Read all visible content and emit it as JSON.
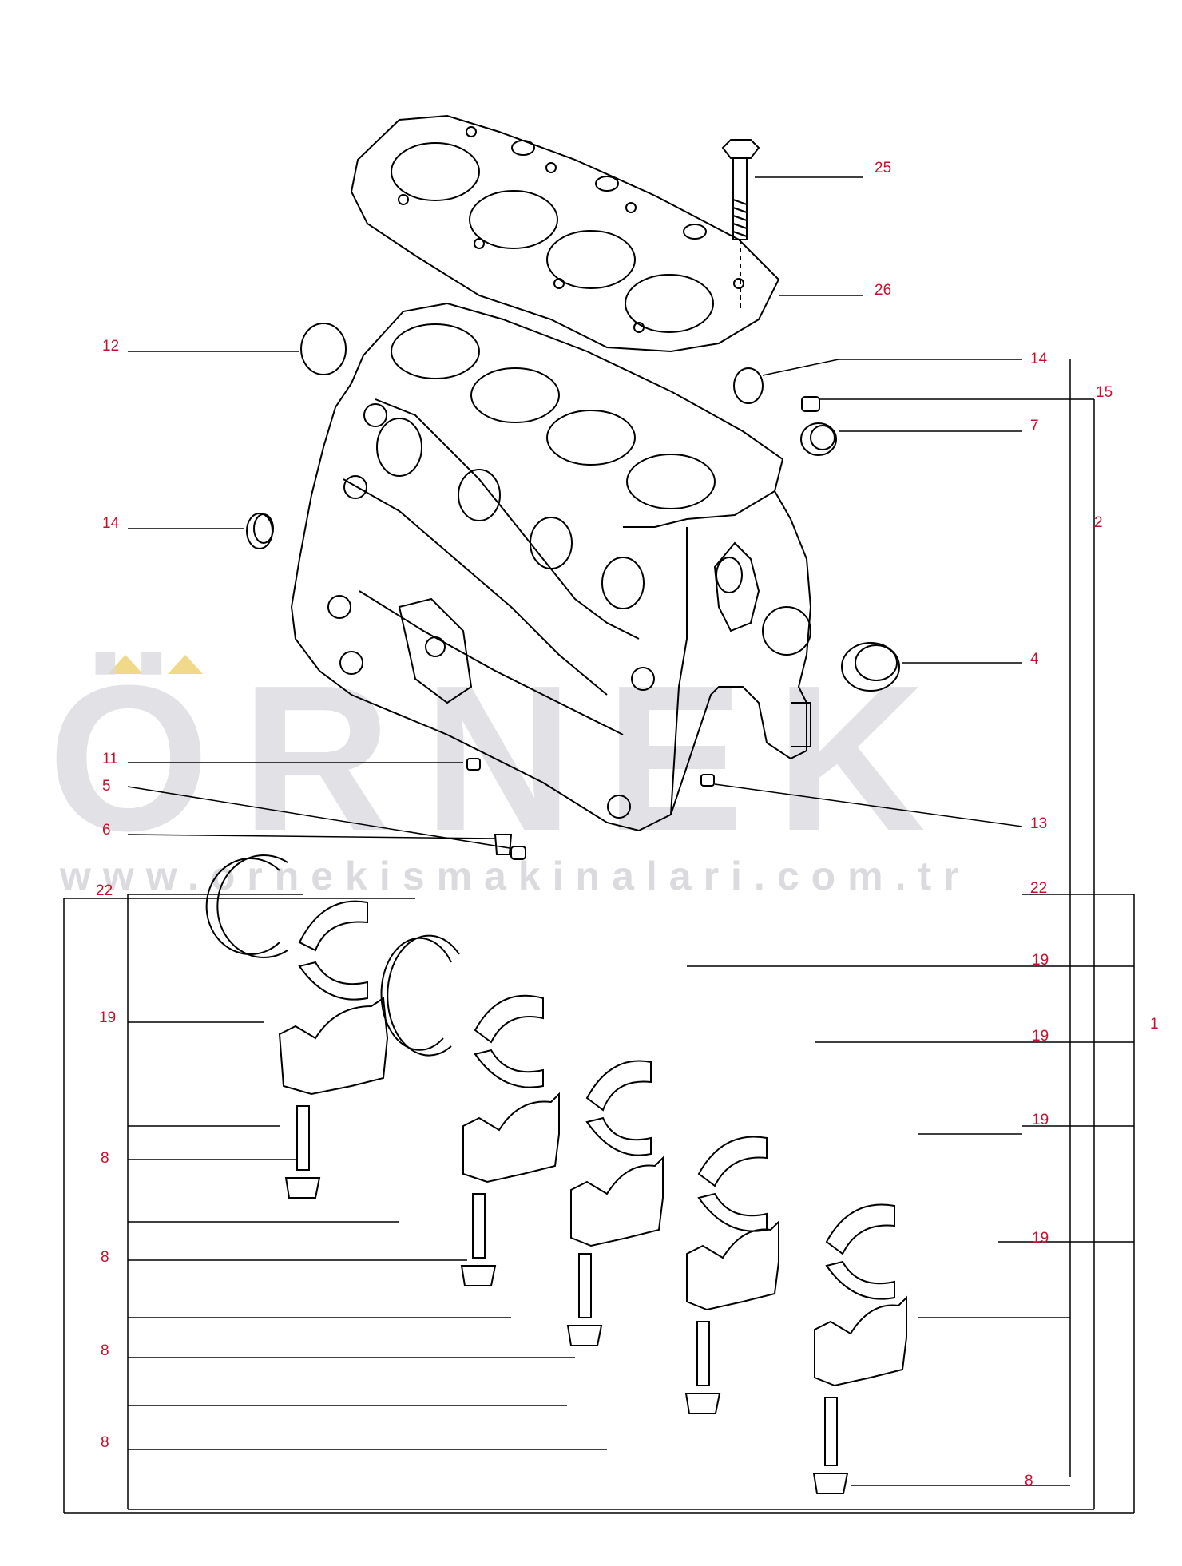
{
  "watermark": {
    "brand": "ÖRNEK",
    "url": "www.ornekismakinalari.com.tr",
    "accent_color": "#f1d98a",
    "text_color": "#d9d9de"
  },
  "callouts": {
    "c25": "25",
    "c26": "26",
    "c12": "12",
    "c14_top": "14",
    "c15": "15",
    "c7": "7",
    "c14_left": "14",
    "c2": "2",
    "c4": "4",
    "c11": "11",
    "c5": "5",
    "c13": "13",
    "c6": "6",
    "c22_left": "22",
    "c22_right": "22",
    "c19_a": "19",
    "c19_left": "19",
    "c1": "1",
    "c19_b": "19",
    "c19_c": "19",
    "c19_d": "19",
    "c8_a": "8",
    "c8_b": "8",
    "c8_c": "8",
    "c8_d": "8",
    "c8_e": "8"
  },
  "colors": {
    "callout_text": "#c8102e",
    "line": "#000000"
  }
}
